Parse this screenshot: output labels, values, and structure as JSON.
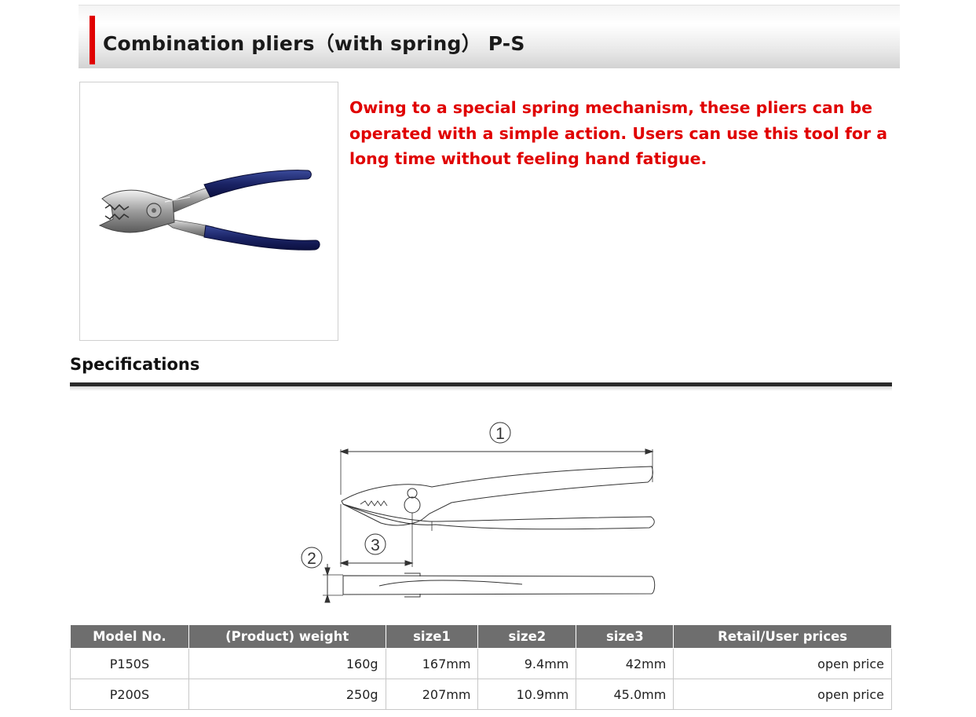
{
  "header": {
    "title": "Combination pliers（with spring） P-S",
    "accent_color": "#e00000"
  },
  "product": {
    "image_name": "pliers-photo",
    "description": "Owing to a special spring mechanism, these pliers can be operated with a simple action. Users can use this tool for a long time without feeling hand fatigue."
  },
  "specifications": {
    "heading": "Specifications",
    "diagram": {
      "label_1": "1",
      "label_2": "2",
      "label_3": "3"
    },
    "table": {
      "headers": [
        "Model No.",
        "(Product) weight",
        "size1",
        "size2",
        "size3",
        "Retail/User prices"
      ],
      "rows": [
        [
          "P150S",
          "160g",
          "167mm",
          "9.4mm",
          "42mm",
          "open price"
        ],
        [
          "P200S",
          "250g",
          "207mm",
          "10.9mm",
          "45.0mm",
          "open price"
        ]
      ]
    }
  }
}
